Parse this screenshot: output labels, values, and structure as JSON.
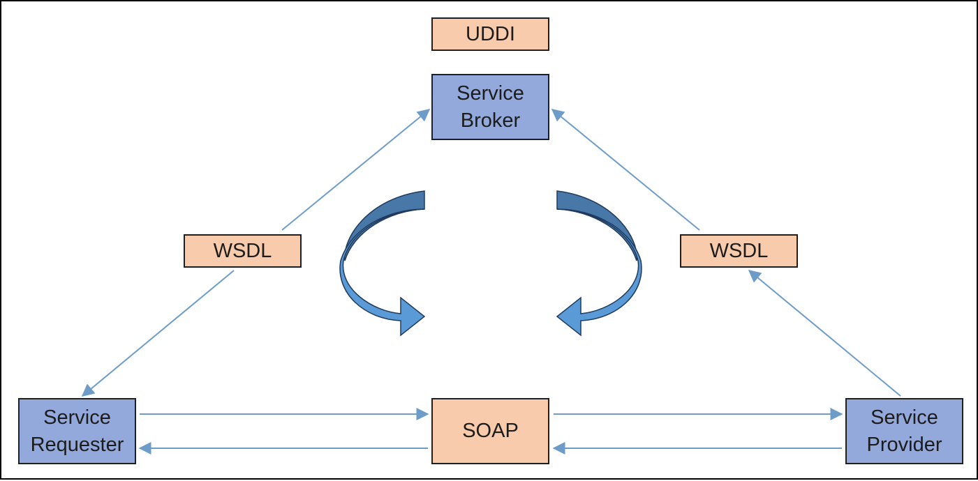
{
  "diagram": {
    "colors": {
      "label_fill": "#f7cbab",
      "service_fill": "#93a9db",
      "connector": "#6d9cc9",
      "cycle_arrow_light": "#5a9ad6",
      "cycle_arrow_dark": "#4878a8",
      "border": "#1f1f1f"
    },
    "nodes": {
      "uddi": "UDDI",
      "broker": "Service\nBroker",
      "wsdl_left": "WSDL",
      "wsdl_right": "WSDL",
      "requester": "Service\nRequester",
      "soap": "SOAP",
      "provider": "Service\nProvider"
    },
    "connections": [
      {
        "from": "wsdl_left",
        "to": "broker"
      },
      {
        "from": "wsdl_left",
        "to": "requester"
      },
      {
        "from": "wsdl_right",
        "to": "broker"
      },
      {
        "from": "provider",
        "to": "wsdl_right"
      },
      {
        "from": "requester",
        "to": "soap"
      },
      {
        "from": "soap",
        "to": "requester"
      },
      {
        "from": "soap",
        "to": "provider"
      },
      {
        "from": "provider",
        "to": "soap"
      }
    ],
    "cycle_arrows": [
      "counterclockwise-left",
      "clockwise-right"
    ]
  }
}
